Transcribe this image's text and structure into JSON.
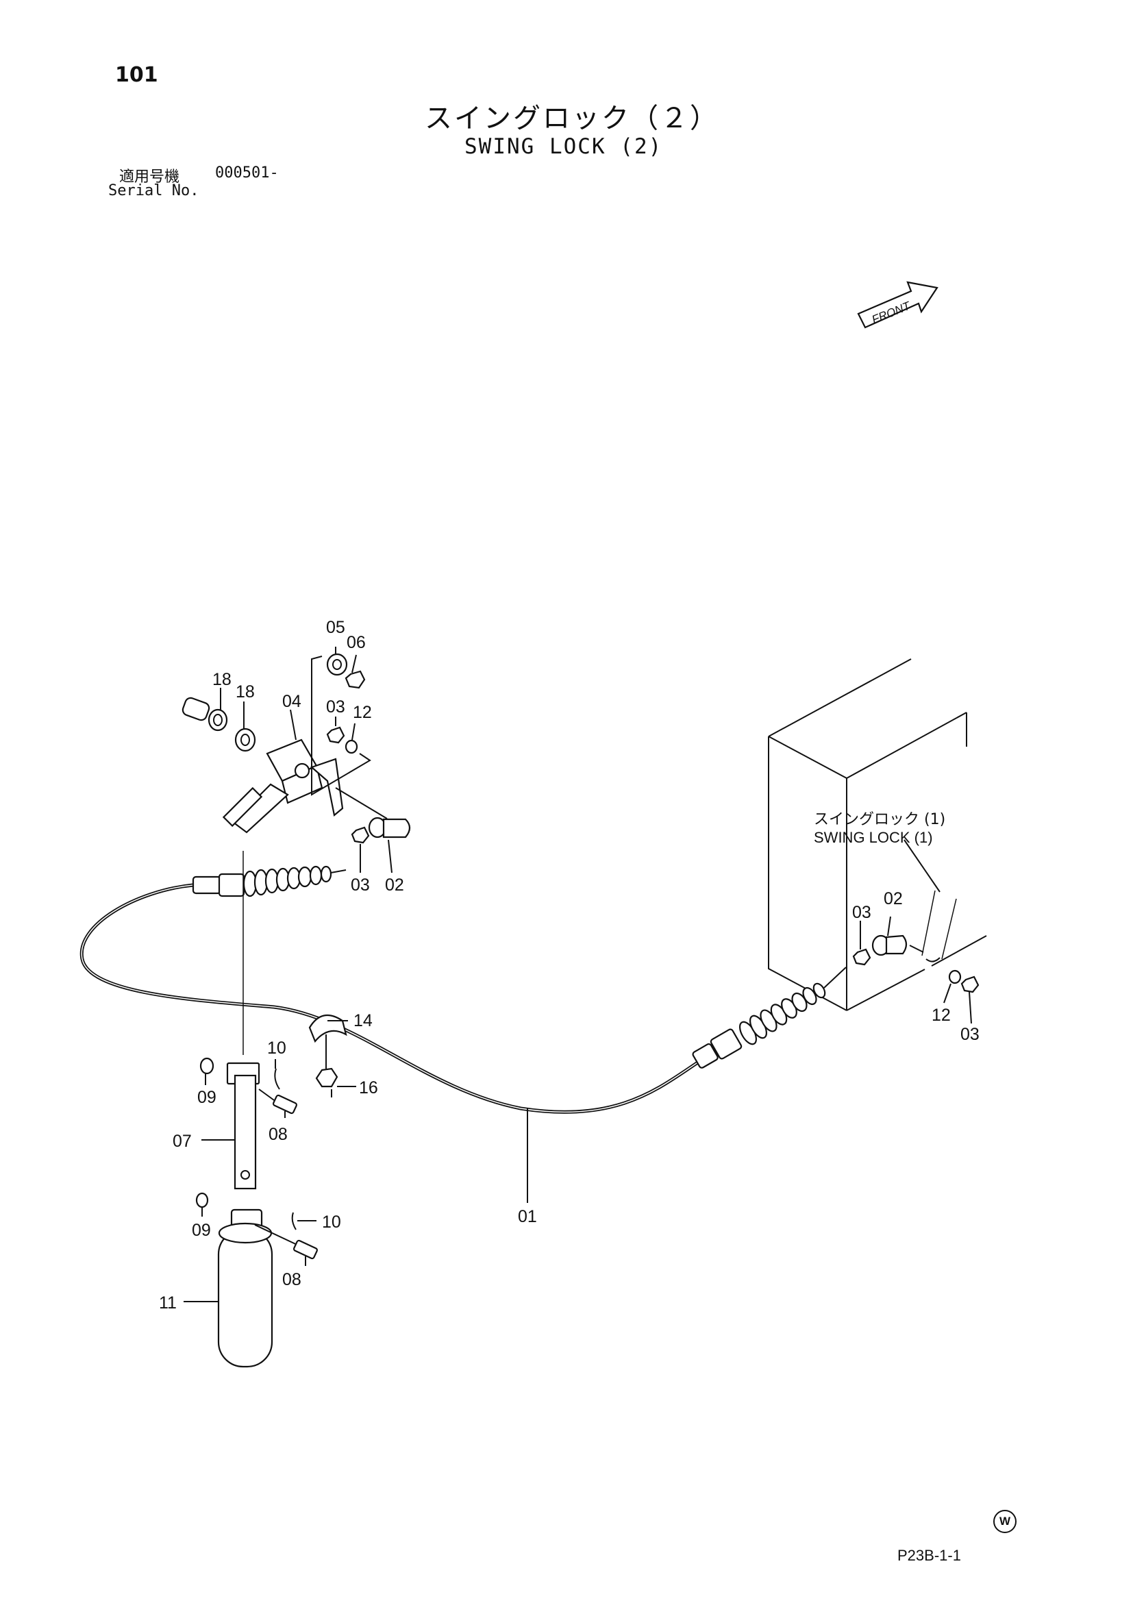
{
  "header": {
    "page_number": "101",
    "title_jp": "スイングロック（２）",
    "title_en": "SWING LOCK (2)",
    "serial_label_jp": "適用号機",
    "serial_value": "000501-",
    "serial_label_en": "Serial No."
  },
  "front_label": "FRONT",
  "reference": {
    "label_jp": "スイングロック (1)",
    "label_en": "SWING LOCK (1)"
  },
  "part_callouts": [
    "01",
    "02",
    "03",
    "04",
    "05",
    "06",
    "07",
    "08",
    "09",
    "10",
    "11",
    "12",
    "14",
    "16",
    "18"
  ],
  "callouts": {
    "c18a": "18",
    "c18b": "18",
    "c04": "04",
    "c05": "05",
    "c06": "06",
    "c03a": "03",
    "c12a": "12",
    "c03b": "03",
    "c02a": "02",
    "c03c": "03",
    "c02b": "02",
    "c12b": "12",
    "c03d": "03",
    "c14": "14",
    "c16": "16",
    "c10a": "10",
    "c09a": "09",
    "c08a": "08",
    "c07": "07",
    "c09b": "09",
    "c10b": "10",
    "c08b": "08",
    "c11": "11",
    "c01": "01"
  },
  "footer": {
    "mark": "W",
    "figure_code": "P23B-1-1"
  }
}
